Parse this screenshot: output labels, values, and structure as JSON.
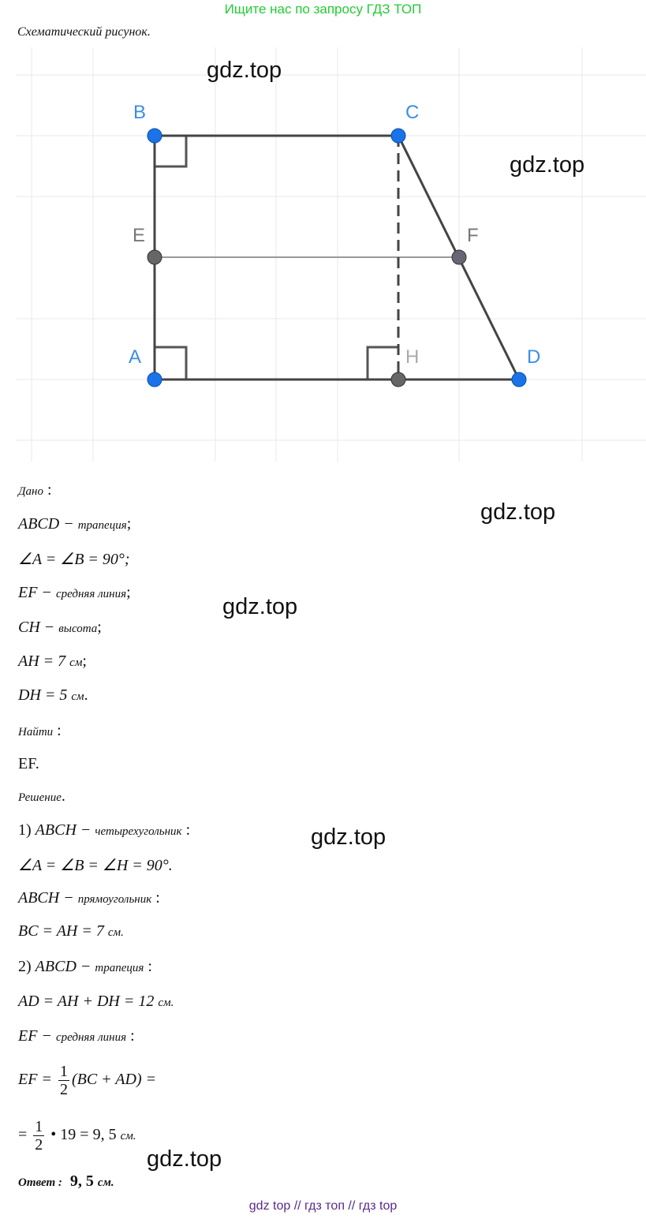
{
  "banner": "Ищите нас по запросу ГДЗ ТОП",
  "caption": "Схематический рисунок.",
  "watermark": "gdz.top",
  "diagram": {
    "points": {
      "B": "B",
      "C": "C",
      "E": "E",
      "F": "F",
      "A": "A",
      "H": "H",
      "D": "D"
    }
  },
  "given": {
    "label": "Дано",
    "l1m": "ABCD − ",
    "l1w": "трапеция",
    "l1t": ";",
    "l2": "∠A = ∠B = 90°;",
    "l3m": "EF − ",
    "l3w": "средняя линия",
    "l3t": ";",
    "l4m": "CH − ",
    "l4w": "высота",
    "l4t": ";",
    "l5m": "AH = 7 ",
    "l5w": "см",
    "l5t": ";",
    "l6m": "DH = 5 ",
    "l6w": "см",
    "l6t": "."
  },
  "find": {
    "label": "Найти",
    "value": "EF."
  },
  "solution": {
    "label": "Решение",
    "s1n": "1) ",
    "s1m": "ABCH − ",
    "s1w": "четырехугольник",
    "s1t": " :",
    "s2": "∠A = ∠B = ∠H = 90°.",
    "s3m": "ABCH − ",
    "s3w": "прямоугольник",
    "s3t": " :",
    "s4m": "BC = AH = 7 ",
    "s4w": "см.",
    "s5n": "2) ",
    "s5m": "ABCD − ",
    "s5w": "трапеция",
    "s5t": " :",
    "s6m": "AD = AH + DH = 12 ",
    "s6w": "см.",
    "s7m": "EF − ",
    "s7w": "средняя линия",
    "s7t": " :",
    "s8a": "EF = ",
    "num": "1",
    "den": "2",
    "s8b": "(BC + AD) =",
    "s9a": "= ",
    "s9b": " • 19 = 9, 5 ",
    "s9w": "см."
  },
  "answer": {
    "label": "Ответ :",
    "value": "9, 5 ",
    "unit": "см."
  },
  "footer": "gdz top  //  гдз топ  //  гдз top"
}
